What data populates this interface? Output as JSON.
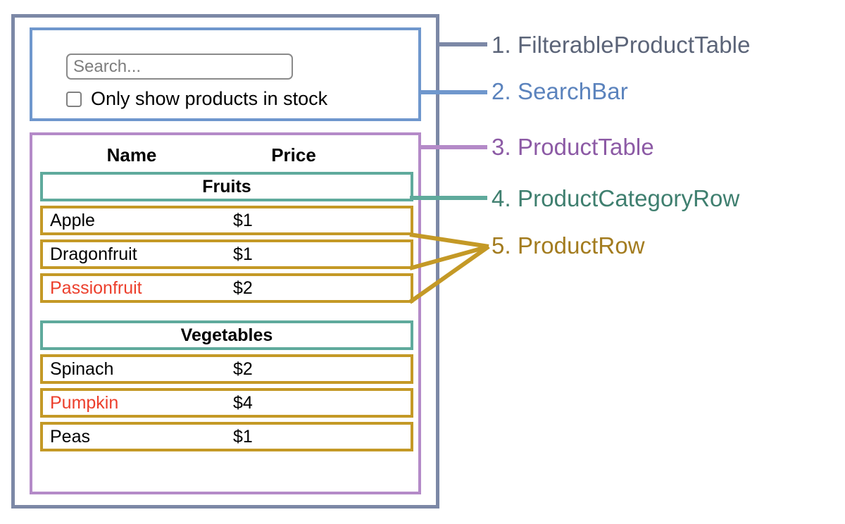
{
  "diagram": {
    "title": "React component hierarchy for a filterable product table",
    "colors": {
      "filterable_product_table": "#7c88a6",
      "search_bar": "#6f97cd",
      "product_table": "#b48ac8",
      "product_category_row": "#5faa9c",
      "product_row": "#c49926",
      "out_of_stock_text": "#ec3f2c",
      "text_default": "#000000"
    }
  },
  "search_bar": {
    "input": {
      "placeholder": "Search...",
      "value": ""
    },
    "checkbox": {
      "label": "Only show products in stock",
      "checked": false
    }
  },
  "product_table": {
    "columns": [
      "Name",
      "Price"
    ],
    "sections": [
      {
        "category": "Fruits",
        "rows": [
          {
            "name": "Apple",
            "price": "$1",
            "in_stock": true
          },
          {
            "name": "Dragonfruit",
            "price": "$1",
            "in_stock": true
          },
          {
            "name": "Passionfruit",
            "price": "$2",
            "in_stock": false
          }
        ]
      },
      {
        "category": "Vegetables",
        "rows": [
          {
            "name": "Spinach",
            "price": "$2",
            "in_stock": true
          },
          {
            "name": "Pumpkin",
            "price": "$4",
            "in_stock": false
          },
          {
            "name": "Peas",
            "price": "$1",
            "in_stock": true
          }
        ]
      }
    ]
  },
  "legend": {
    "items": [
      {
        "number": "1.",
        "label": "FilterableProductTable",
        "text": "1. FilterableProductTable",
        "color": "#5b6478"
      },
      {
        "number": "2.",
        "label": "SearchBar",
        "text": "2. SearchBar",
        "color": "#5b83bd"
      },
      {
        "number": "3.",
        "label": "ProductTable",
        "text": "3. ProductTable",
        "color": "#8c5aa5"
      },
      {
        "number": "4.",
        "label": "ProductCategoryRow",
        "text": "4. ProductCategoryRow",
        "color": "#3f7f6f"
      },
      {
        "number": "5.",
        "label": "ProductRow",
        "text": "5. ProductRow",
        "color": "#a37c1f"
      }
    ]
  }
}
